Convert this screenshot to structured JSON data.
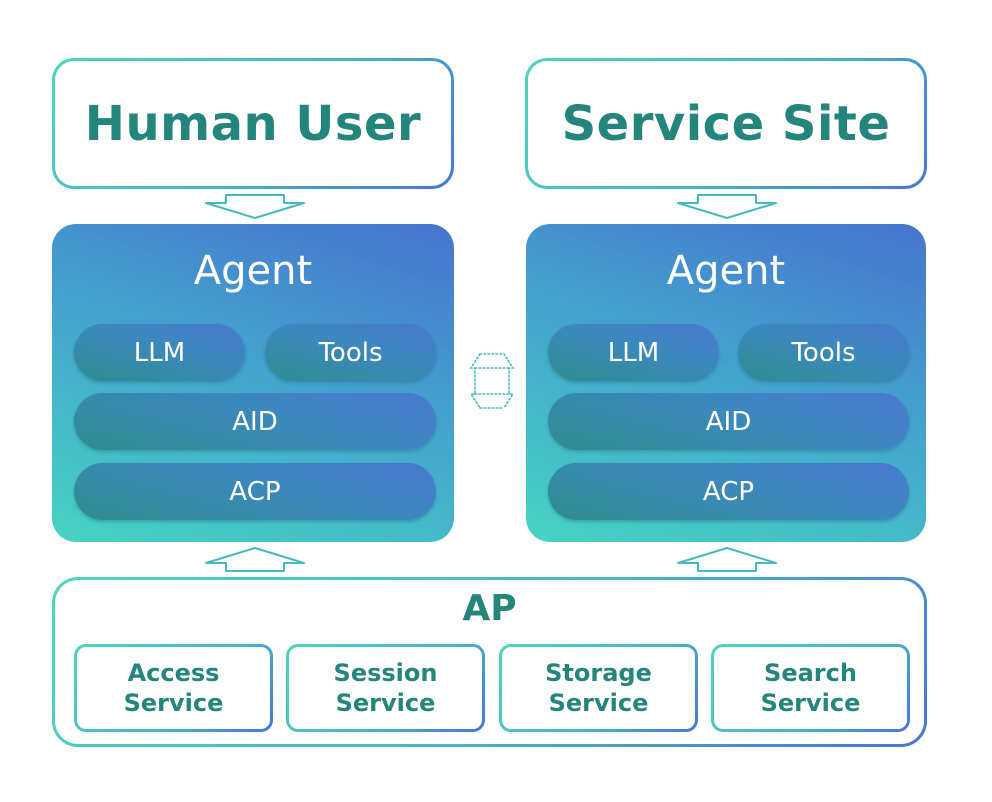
{
  "human_user": {
    "label": "Human User"
  },
  "service_site": {
    "label": "Service Site"
  },
  "left_agent": {
    "title": "Agent",
    "llm": "LLM",
    "tools": "Tools",
    "aid": "AID",
    "acp": "ACP"
  },
  "right_agent": {
    "title": "Agent",
    "llm": "LLM",
    "tools": "Tools",
    "aid": "AID",
    "acp": "ACP"
  },
  "ap": {
    "title": "AP",
    "services": [
      {
        "line1": "Access",
        "line2": "Service"
      },
      {
        "line1": "Session",
        "line2": "Service"
      },
      {
        "line1": "Storage",
        "line2": "Service"
      },
      {
        "line1": "Search",
        "line2": "Service"
      }
    ]
  },
  "colors": {
    "label_teal": "#23857c",
    "gradient_green": "#4fd6b9",
    "gradient_blue": "#4677d3",
    "arrow_stroke": "#45b8c2"
  }
}
